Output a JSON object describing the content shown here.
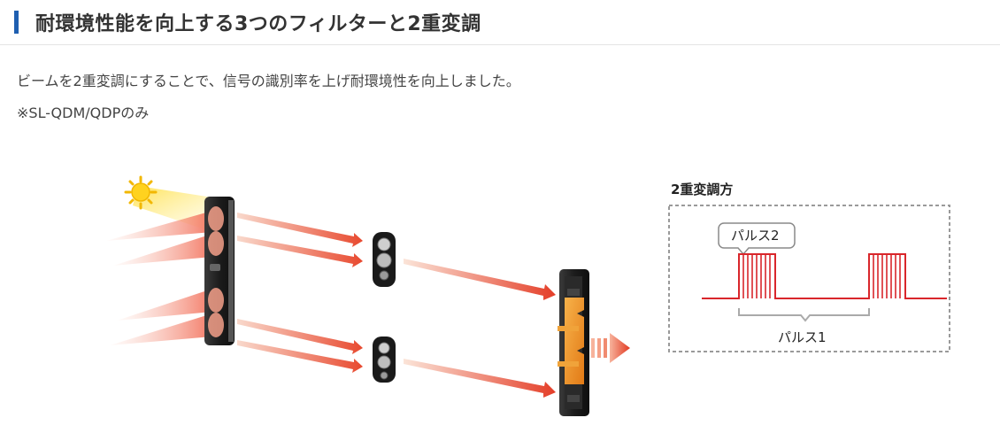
{
  "heading": {
    "title": "耐環境性能を向上する3つのフィルターと2重変調",
    "accent_color": "#1f5fb0"
  },
  "body": {
    "lead": "ビームを2重変調にすることで、信号の識別率を上げ耐環境性を向上しました。",
    "note": "※SL-QDM/QDPのみ"
  },
  "diagram": {
    "modulation_title": "2重変調方",
    "pulse2_label": "パルス2",
    "pulse1_label": "パルス1",
    "signal_color": "#d9262b",
    "icons": [
      "sun-icon",
      "transmitter-icon",
      "lens-icon",
      "receiver-icon",
      "output-arrow-icon"
    ]
  }
}
